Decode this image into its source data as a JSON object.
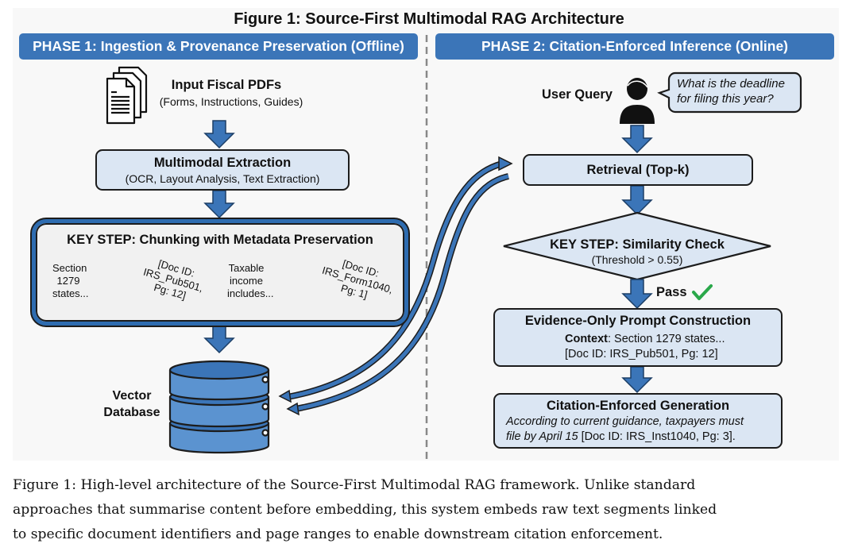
{
  "title": "Figure 1: Source-First Multimodal RAG Architecture",
  "phase1": {
    "label": "PHASE 1: Ingestion & Provenance Preservation (Offline)",
    "input": {
      "title": "Input Fiscal PDFs",
      "subtitle": "(Forms, Instructions, Guides)",
      "icon": "documents-icon"
    },
    "extraction": {
      "title": "Multimodal Extraction",
      "subtitle": "(OCR, Layout Analysis, Text Extraction)"
    },
    "chunking": {
      "title": "KEY STEP: Chunking with Metadata Preservation",
      "chunks": [
        {
          "text": [
            "Section",
            "1279",
            "states..."
          ],
          "tag": [
            "[Doc ID:",
            "IRS_Pub501,",
            "Pg: 12]"
          ]
        },
        {
          "text": [
            "Taxable",
            "income",
            "includes..."
          ],
          "tag": [
            "[Doc ID:",
            "IRS_Form1040,",
            "Pg: 1]"
          ]
        }
      ]
    },
    "database": {
      "label_line1": "Vector",
      "label_line2": "Database",
      "icon": "database-icon"
    }
  },
  "phase2": {
    "label": "PHASE 2: Citation-Enforced Inference (Online)",
    "user_query": {
      "label": "User Query",
      "icon": "user-icon",
      "question_line1": "What is the deadline",
      "question_line2": "for filing this year?"
    },
    "retrieval": {
      "title": "Retrieval (Top-k)"
    },
    "similarity": {
      "title": "KEY STEP: Similarity Check",
      "subtitle": "(Threshold > 0.55)"
    },
    "pass": {
      "label": "Pass",
      "icon": "checkmark-icon"
    },
    "prompt": {
      "title": "Evidence-Only Prompt Construction",
      "context_label": "Context",
      "context_text": ": Section 1279 states...",
      "citation": "[Doc ID: IRS_Pub501, Pg: 12]"
    },
    "generation": {
      "title": "Citation-Enforced Generation",
      "italic_line1": "According to current guidance, taxpayers must",
      "italic_line2": "file by April 15",
      "citation": " [Doc ID: IRS_Inst1040, Pg: 3]."
    }
  },
  "colors": {
    "accent": "#3b75b8",
    "box_fill": "#dbe6f3",
    "check": "#2aa84a",
    "outline": "#1c1c1c"
  },
  "caption": [
    "Figure 1: High-level architecture of the Source-First Multimodal RAG framework. Unlike standard",
    "approaches that summarise content before embedding, this system embeds raw text segments linked",
    "to specific document identifiers and page ranges to enable downstream citation enforcement."
  ]
}
